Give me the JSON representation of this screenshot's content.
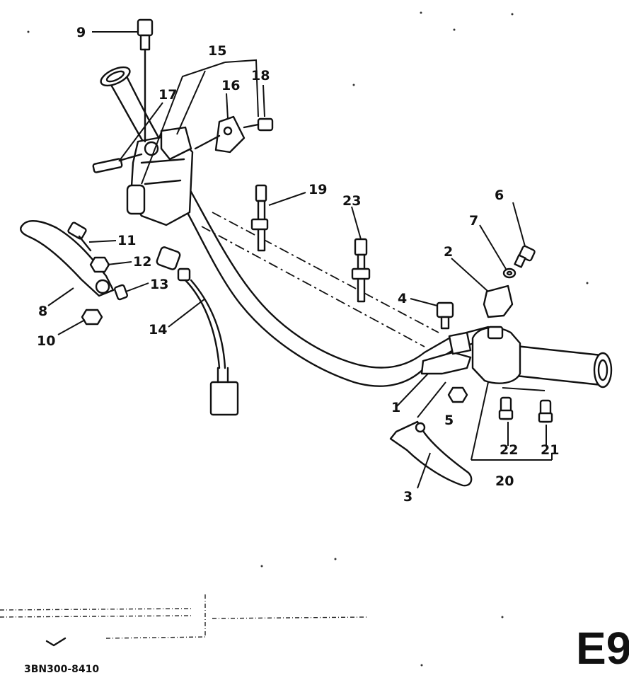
{
  "callouts": {
    "c1": "1",
    "c2": "2",
    "c3": "3",
    "c4": "4",
    "c5": "5",
    "c6": "6",
    "c7": "7",
    "c8": "8",
    "c9": "9",
    "c10": "10",
    "c11": "11",
    "c12": "12",
    "c13": "13",
    "c14": "14",
    "c15": "15",
    "c16": "16",
    "c17": "17",
    "c18": "18",
    "c19": "19",
    "c20": "20",
    "c21": "21",
    "c22": "22",
    "c23": "23"
  },
  "footer": {
    "drawing_code": "3BN300-8410",
    "page_code": "E9"
  }
}
